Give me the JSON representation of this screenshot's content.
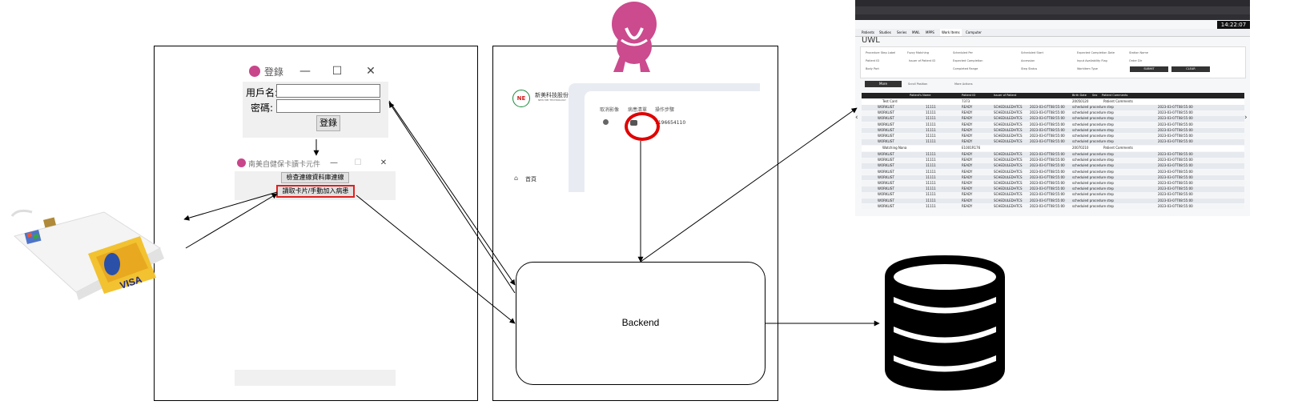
{
  "login_window": {
    "title": "登錄",
    "username_label": "用戶名:",
    "password_label": "密碼:",
    "login_button": "登錄"
  },
  "card_window": {
    "title": "南美自健保卡讀卡元件",
    "button_check": "檢查連線資料庫連線",
    "button_read": "讀取卡片/手動加入病患"
  },
  "web_app": {
    "logo_text": "NE",
    "company_name": "新美科技股份有限",
    "company_sub": "NEW MEI TECHNOLOGY",
    "nav_home": "首頁",
    "tab1": "取消影像",
    "tab2": "病患清單",
    "tab3": "操作步驟",
    "id_value": "1196654110"
  },
  "backend": {
    "label": "Backend"
  },
  "uwl": {
    "clock": "14:22:07",
    "tabs": [
      "Patients",
      "Studies",
      "Series",
      "MWL",
      "MPPS",
      "Work Items",
      "Computer"
    ],
    "active_tab": "Work Items",
    "title": "UWL",
    "filter_labels": [
      "Procedure Step Label",
      "Patient ID",
      "Body Part",
      "Fuzzy Matching",
      "Issuer of Patient ID",
      "Scheduled Per",
      "Expected Completion",
      "Completed Range",
      "Scheduled Start",
      "Accession",
      "Step Status",
      "Expected Completion Date",
      "Input Availability Flag",
      "Workitem Type",
      "Station Name",
      "Order Dir"
    ],
    "submit": "SUBMIT",
    "clear": "CLEAR",
    "more_button": "More",
    "scroll_label": "Scroll Position",
    "more_actions": "More Actions",
    "columns": [
      "Patient's Name",
      "Patient ID",
      "Issuer of Patient",
      "Birth Date",
      "Sex",
      "Patient Comments"
    ],
    "group1": {
      "name": "Test Card",
      "id": "7373",
      "birth": "20050120",
      "note": "Patient Comments"
    },
    "group2": {
      "name": "Watching Nana",
      "id": "E1001R176",
      "birth": "20070210",
      "note": "Patient Comments"
    },
    "row_name": "WORKLIST",
    "row_num": "11111",
    "row_status": "READY",
    "row_type": "SCHEDULED",
    "row_code": "HTCS",
    "row_proc": "scheduled procedure step",
    "row_date": "2023-03-07T08:55:00"
  },
  "database": {
    "icon": "database-icon"
  },
  "card_reader": {
    "brand": "VISA"
  }
}
